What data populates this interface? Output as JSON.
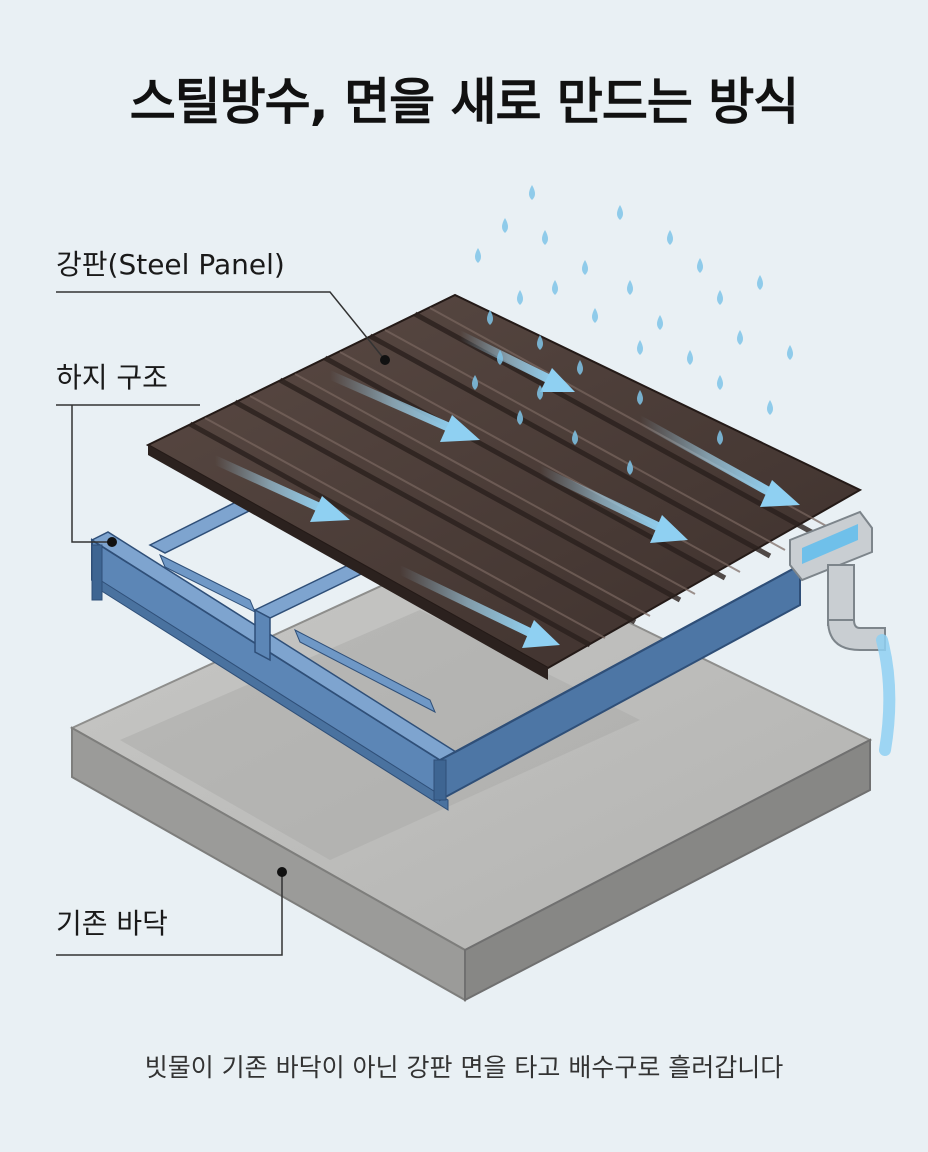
{
  "title": "스틸방수, 면을 새로 만드는 방식",
  "labels": {
    "steel_panel": "강판(Steel Panel)",
    "substructure": "하지 구조",
    "base_floor": "기존 바닥"
  },
  "caption": "빗물이 기존 바닥이 아닌 강판 면을 타고 배수구로 흘러갑니다",
  "colors": {
    "background": "#e9f0f4",
    "steel_panel": "#4a3a35",
    "frame": "#5f88b8",
    "concrete": "#b8b8b6",
    "water": "#7fc4e8"
  },
  "icons": [
    "rain-drop-icon",
    "flow-arrow-icon",
    "gutter-icon",
    "downpipe-icon"
  ]
}
